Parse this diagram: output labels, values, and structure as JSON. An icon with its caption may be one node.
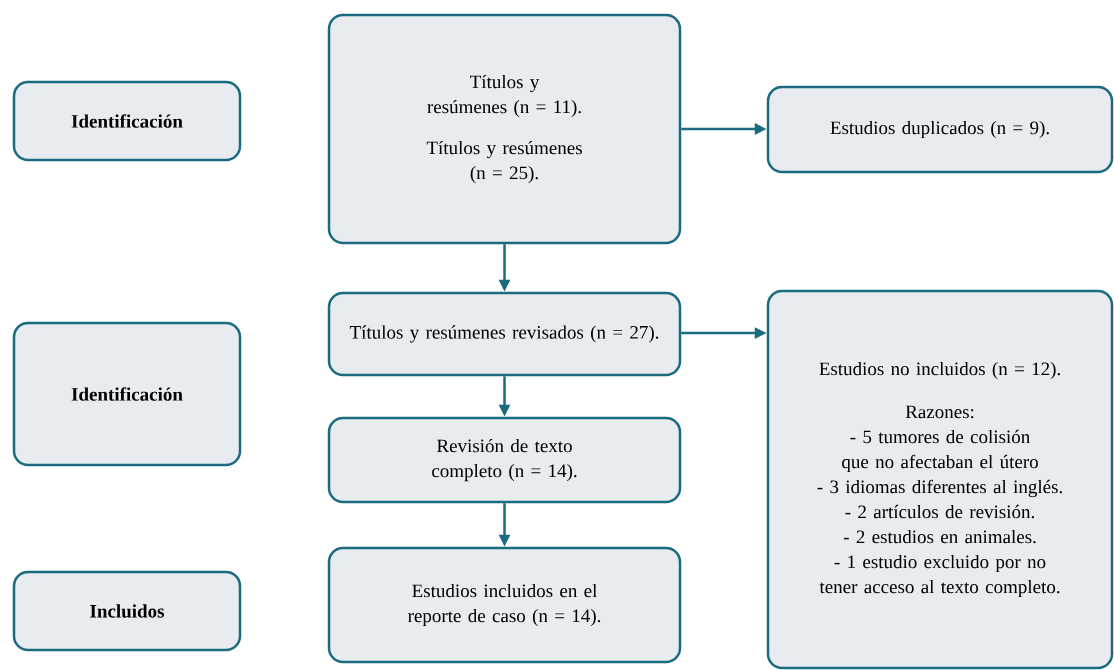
{
  "diagram": {
    "nodes": [
      {
        "text": [
          "Identificación"
        ]
      },
      {
        "text": [
          "Identificación"
        ]
      },
      {
        "text": [
          "Incluidos"
        ]
      },
      {
        "text": [
          "Títulos y resúmenes (n = 11).",
          "Títulos y resúmenes (n = 25)."
        ]
      },
      {
        "text": [
          "Estudios duplicados (n = 9)."
        ]
      },
      {
        "text": [
          "Títulos y resúmenes revisados (n = 27)."
        ]
      },
      {
        "text": [
          "Estudios no incluidos (n = 12).",
          "Razones:",
          "- 5 tumores de colisión que no afectaban el útero",
          "- 3 idiomas diferentes al inglés.",
          "- 2 artículos de revisión.",
          "- 2 estudios en animales.",
          "- 1 estudio excluido por no tener acceso al texto completo."
        ]
      },
      {
        "text": [
          "Revisión de texto completo (n = 14)."
        ]
      },
      {
        "text": [
          "Estudios incluidos en el reporte de caso (n = 14)."
        ]
      }
    ],
    "edges": [
      {
        "from": 3,
        "to": 4,
        "arrow": "to"
      },
      {
        "from": 3,
        "to": 5,
        "arrow": "to"
      },
      {
        "from": 5,
        "to": 6,
        "arrow": "to"
      },
      {
        "from": 5,
        "to": 7,
        "arrow": "to"
      },
      {
        "from": 7,
        "to": 8,
        "arrow": "to"
      }
    ]
  }
}
